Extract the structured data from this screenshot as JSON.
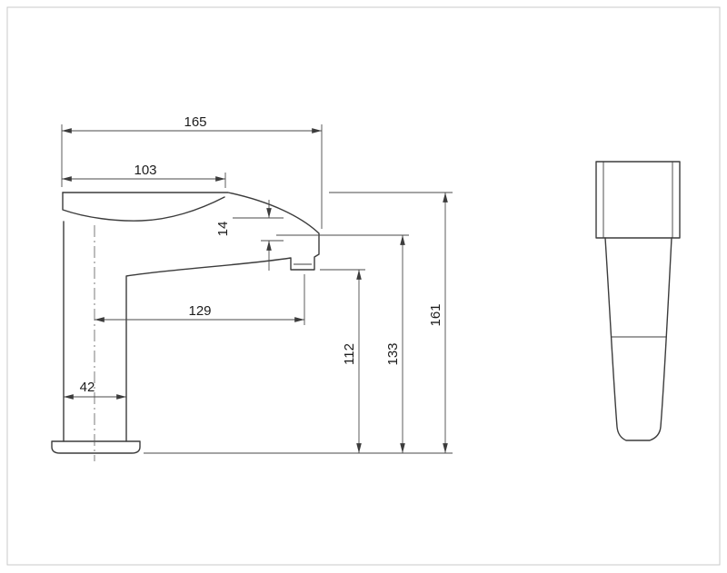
{
  "drawing": {
    "type": "technical-dimension-drawing",
    "colors": {
      "outline": "#3c3c3c",
      "dimension_lines": "#4a4a4a",
      "page_frame": "#c9c9c9"
    },
    "dimensions": {
      "overall_length": "165",
      "handle_length": "103",
      "spout_nose_height": "14",
      "spout_reach_from_center": "129",
      "outlet_height": "112",
      "spout_top_height": "133",
      "overall_height": "161",
      "body_width": "42"
    }
  }
}
